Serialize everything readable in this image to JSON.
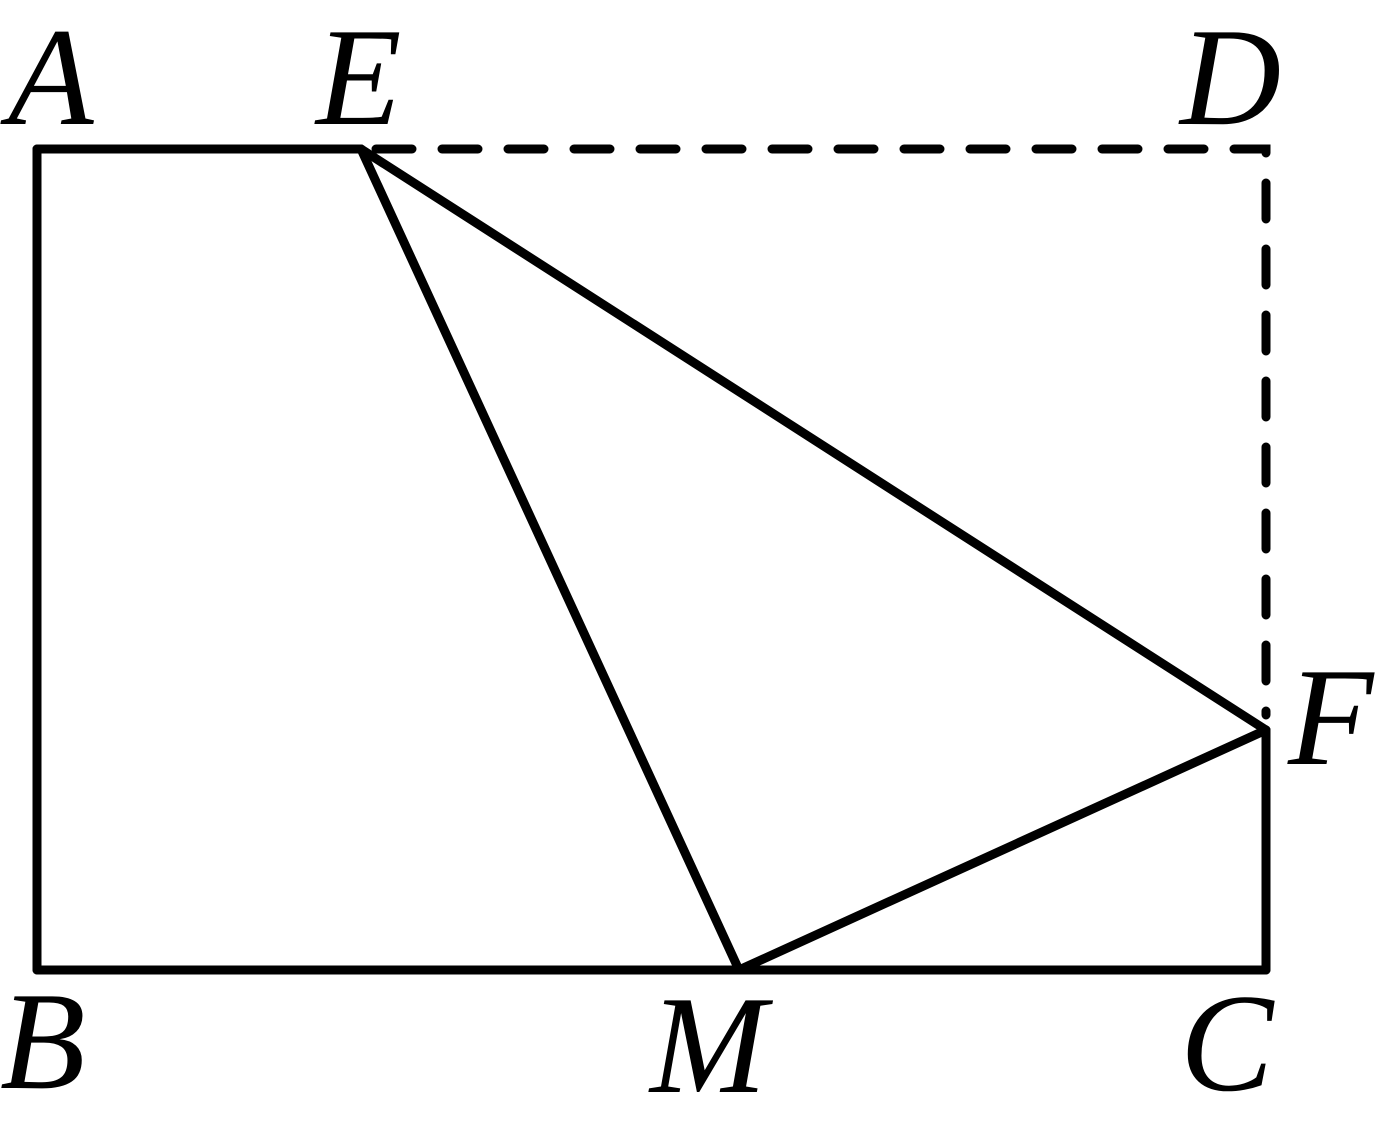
{
  "figure": {
    "points": {
      "A": "A",
      "E": "E",
      "D": "D",
      "F": "F",
      "B": "B",
      "M": "M",
      "C": "C"
    },
    "line_color": "#000000",
    "background": "#ffffff"
  }
}
